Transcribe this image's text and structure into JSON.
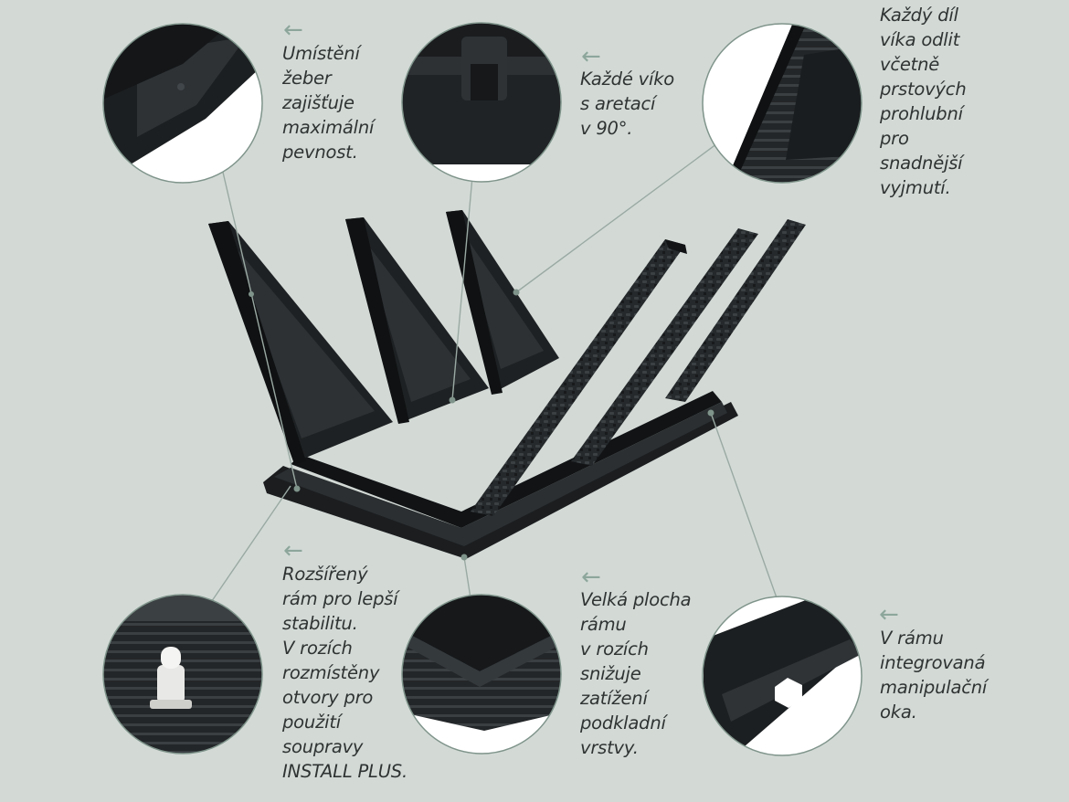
{
  "colors": {
    "background": "#d3dad6",
    "text": "#2f3433",
    "arrow": "#8da69c",
    "leader_line": "#9aa9a3",
    "circle_border": "#7f948b",
    "product": "#1f2224"
  },
  "arrow_icon": "arrow-left-icon",
  "arrow_glyph": "←",
  "callouts": [
    {
      "id": "ribs",
      "text": "Umístění\nžeber\nzajišťuje\nmaximální\npevnost."
    },
    {
      "id": "lock",
      "text": "Každé víko\ns aretací\nv 90°."
    },
    {
      "id": "finger",
      "text": "Každý díl\nvíka odlit\nvčetně\nprstových\nprohlubní\npro\nsnadnější\nvyjmutí."
    },
    {
      "id": "frame",
      "text": "Rozšířený\nrám pro lepší\nstabilitu.\nV rozích\nrozmístěny\notvory pro\npoužití\nsoupravy\nINSTALL PLUS."
    },
    {
      "id": "area",
      "text": "Velká plocha\nrámu\nv rozích\nsnižuje\nzatížení\npodkladní\nvrstvy."
    },
    {
      "id": "handle",
      "text": "V rámu\nintegrovaná\nmanipulační\noka."
    }
  ]
}
